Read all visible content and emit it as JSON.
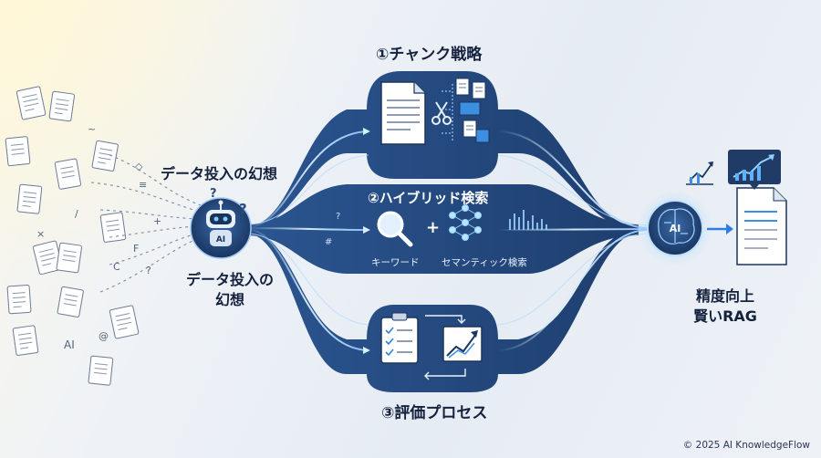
{
  "left": {
    "heading": "データ投入の幻想",
    "robot_label_line1": "データ投入の",
    "robot_label_line2": "幻想",
    "robot_badge": "AI",
    "scatter_ai": "AI"
  },
  "stages": {
    "chunk": {
      "title": "①チャンク戦略"
    },
    "hybrid": {
      "title": "②ハイブリッド検索",
      "keyword_label": "キーワード",
      "semantic_label": "セマンティック検索",
      "plus": "+"
    },
    "eval": {
      "title": "③評価プロセス"
    }
  },
  "right": {
    "brain_badge": "AI",
    "result_line1": "精度向上",
    "result_line2": "賢いRAG"
  },
  "footer": {
    "copyright": "© 2025 AI KnowledgeFlow"
  },
  "colors": {
    "navy_panel": "#1f3b66",
    "flow_light": "#8fc4ff",
    "accent": "#2f7fe0",
    "text_dark": "#14213d"
  }
}
